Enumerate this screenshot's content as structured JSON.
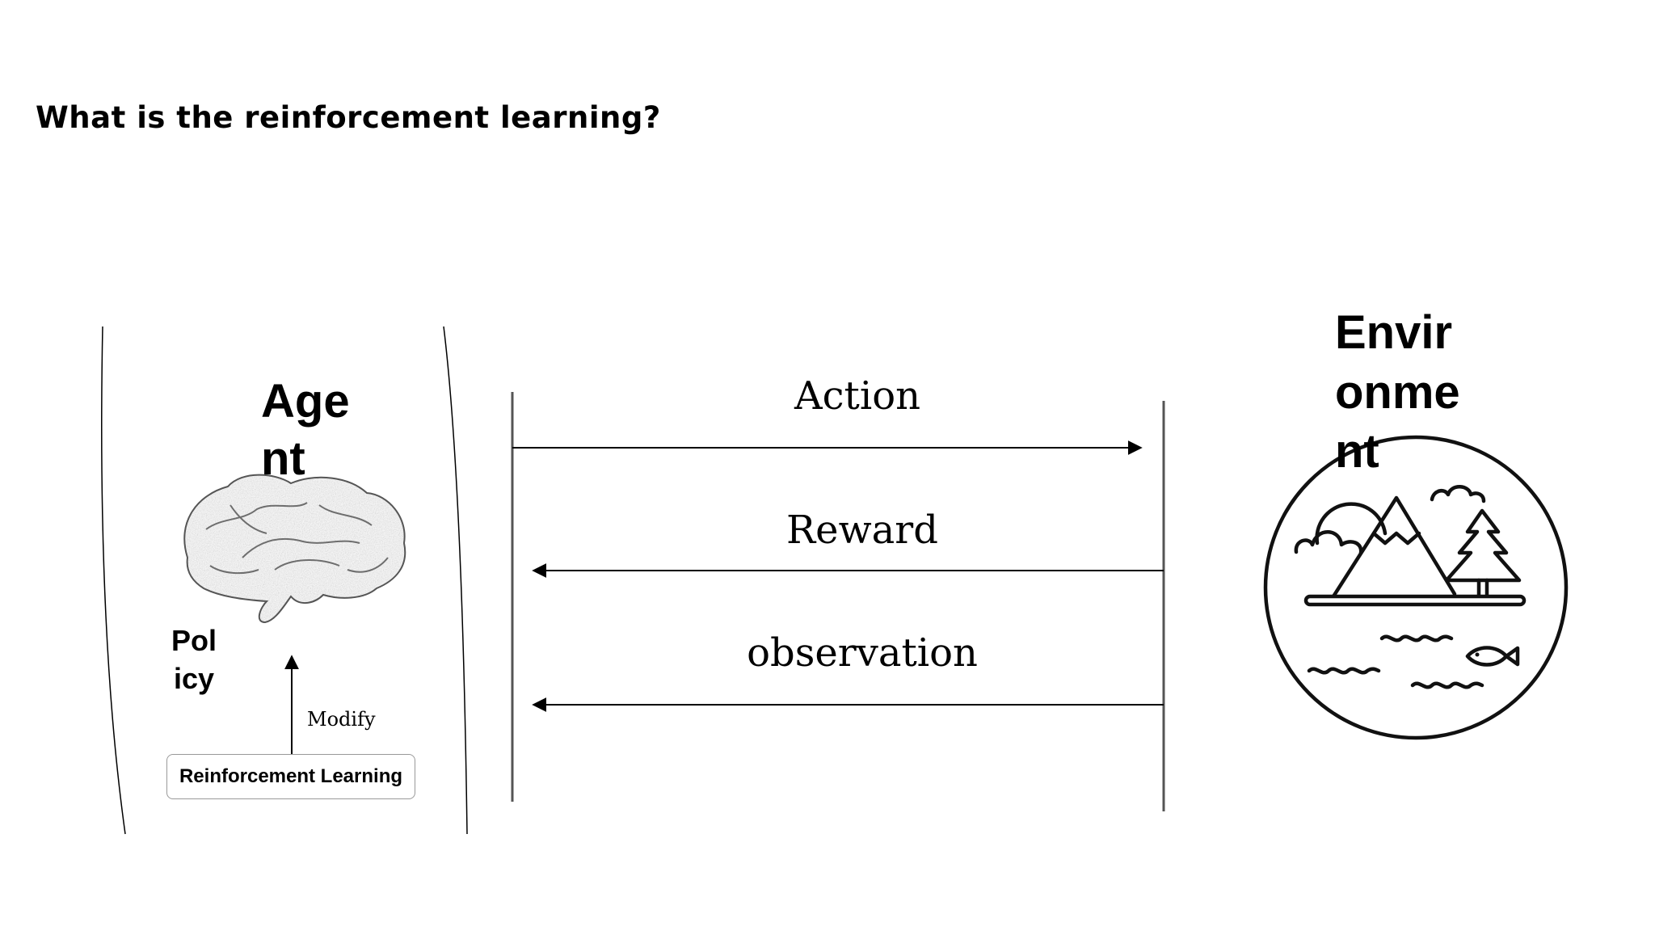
{
  "title": "What is the reinforcement learning?",
  "agent": {
    "title": "Agent",
    "policy_label": "Policy",
    "modify_label": "Modify",
    "rl_box_label": "Reinforcement Learning",
    "brain_icon": "brain-icon"
  },
  "environment": {
    "title": "Environment",
    "landscape_icon": "landscape-icon"
  },
  "arrows": {
    "action": "Action",
    "reward": "Reward",
    "observation": "observation"
  }
}
